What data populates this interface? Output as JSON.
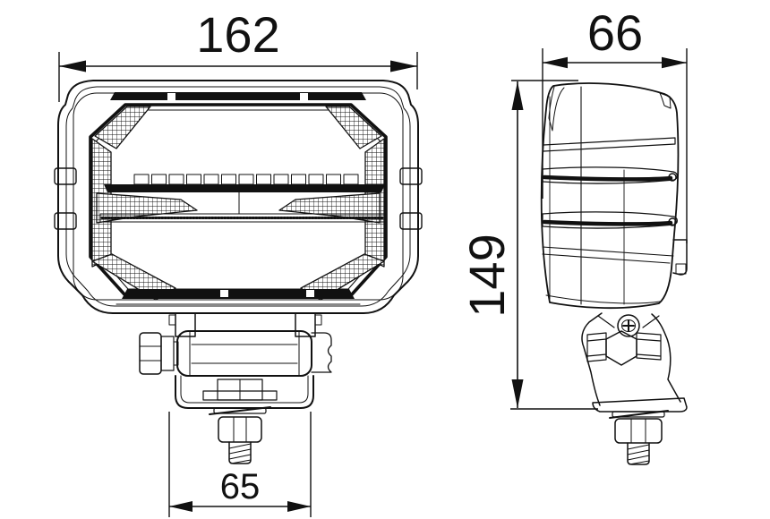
{
  "drawing": {
    "type": "technical-dimension-drawing",
    "subject": "led-work-lamp-with-mounting-bracket",
    "background_color": "#ffffff",
    "line_color": "#111111",
    "dimensions": {
      "front_width": {
        "label": "162",
        "orientation": "horizontal",
        "view": "front"
      },
      "side_depth": {
        "label": "66",
        "orientation": "horizontal",
        "view": "side"
      },
      "overall_height": {
        "label": "149",
        "orientation": "vertical",
        "view": "side"
      },
      "bracket_width": {
        "label": "65",
        "orientation": "horizontal",
        "view": "front"
      }
    }
  }
}
